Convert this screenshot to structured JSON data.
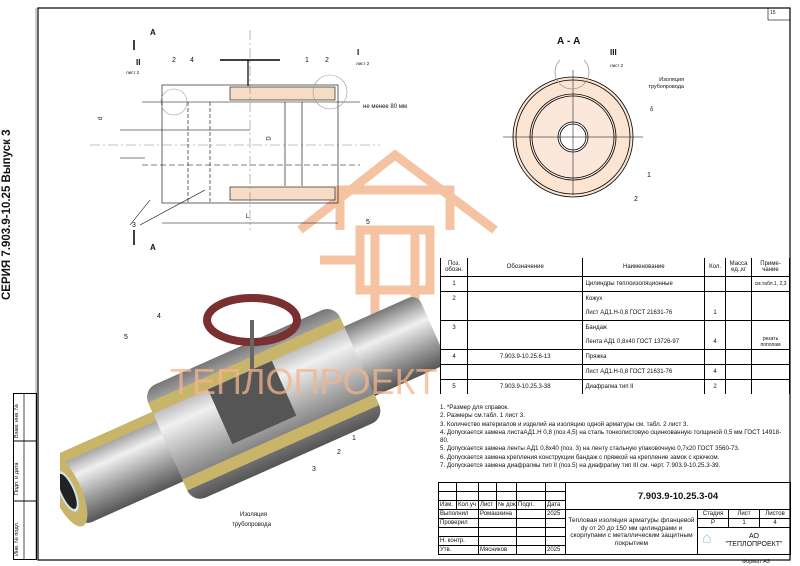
{
  "sheet_corner": "15",
  "series_label": "СЕРИЯ 7.903.9-10.25 Выпуск 3",
  "side_stamp": [
    "Взам. инв. №",
    "Подп. и дата",
    "Инв. № подл."
  ],
  "drawing_main": {
    "section_mark": "А",
    "callouts": [
      "1",
      "2",
      "4",
      "2",
      "3",
      "5"
    ],
    "detail_I": "I",
    "detail_I_sheet": "лист 2",
    "detail_II": "II",
    "detail_II_sheet": "лист 2",
    "dim_min": "не менее 80 мм",
    "dim_d": "d",
    "dim_D": "D",
    "dim_L": "L"
  },
  "section_aa": {
    "title": "А - А",
    "detail_III": "III",
    "detail_III_sheet": "лист 2",
    "pipe_insulation": "Изоляция трубопровода",
    "delta": "δ",
    "callouts": [
      "1",
      "2"
    ]
  },
  "render": {
    "callouts": [
      "4",
      "5",
      "1",
      "2",
      "3"
    ],
    "pipe_insulation_line1": "Изоляция",
    "pipe_insulation_line2": "трубопровода",
    "watermark": "ТЕПЛОПРОЕКТ"
  },
  "spec_table": {
    "headers": [
      "Поз. обозн.",
      "Обозначение",
      "Наименование",
      "Кол.",
      "Масса ед.,кг",
      "Приме-чание"
    ],
    "rows": [
      {
        "pos": "1",
        "code": "",
        "name": "Цилиндры теплоизоляционные",
        "qty": "",
        "mass": "",
        "note": "см.табл.1, 2,3"
      },
      {
        "pos": "2",
        "code": "",
        "name": "Кожух",
        "qty": "",
        "mass": "",
        "note": ""
      },
      {
        "pos": "",
        "code": "",
        "name": "Лист АД1.Н-0,8 ГОСТ 21631-76",
        "qty": "1",
        "mass": "",
        "note": ""
      },
      {
        "pos": "3",
        "code": "",
        "name": "Бандаж",
        "qty": "",
        "mass": "",
        "note": ""
      },
      {
        "pos": "",
        "code": "",
        "name": "Лента АД1 0,8х40 ГОСТ 13726-97",
        "qty": "4",
        "mass": "",
        "note": "резать пополам"
      },
      {
        "pos": "4",
        "code": "7.903.9-10.25.6-13",
        "name": "Пряжка",
        "qty": "",
        "mass": "",
        "note": ""
      },
      {
        "pos": "",
        "code": "",
        "name": "Лист АД1.Н-0,8  ГОСТ 21631-76",
        "qty": "4",
        "mass": "",
        "note": ""
      },
      {
        "pos": "5",
        "code": "7.903.9-10.25.3-38",
        "name": "Диафрагма тип II",
        "qty": "2",
        "mass": "",
        "note": ""
      }
    ]
  },
  "notes": [
    "1. *Размер для справок.",
    "2. Размеры см.табл. 1 лист 3.",
    "3. Количество материалов и изделий на изоляцию одной арматуры см. табл. 2 лист 3.",
    "4. Допускается замена листаАД1.Н 0,8 (поз.4,5) на сталь тонколистовую  оцинкованную толщиной 0,5 мм ГОСТ 14918-80.",
    "5. Допускается замена ленты АД1 0,8х40 (поз. 3) на ленту стальную упаковочную 0,7х20 ГОСТ 3560-73.",
    "6. Допускается замена крепления конструкции бандаж с пряжкой на крепление замок с крючком.",
    "7. Допускается замена диафрагмы тип II (поз.5) на диафрагму тип III см. черт. 7.903.9-10.25.3-39."
  ],
  "title_block": {
    "doc_code": "7.903.9-10.25.3-04",
    "col_headers": [
      "Изм.",
      "Кол.уч",
      "Лист",
      "№ док",
      "Подп.",
      "Дата"
    ],
    "rows": [
      {
        "role": "Выполнил",
        "name": "Ромашкина",
        "date": "2025"
      },
      {
        "role": "Проверил",
        "name": "",
        "date": ""
      },
      {
        "role": "",
        "name": "",
        "date": ""
      },
      {
        "role": "Н. контр.",
        "name": "",
        "date": ""
      },
      {
        "role": "Утв.",
        "name": "Мясников",
        "date": "2025"
      }
    ],
    "title": "Тепловая изоляция арматуры фланцевой dy от 20 до 150 мм цилиндрами и скорлупами с металлическим защитным покрытием",
    "stage_label": "Стадия",
    "sheet_label": "Лист",
    "sheets_label": "Листов",
    "stage": "Р",
    "sheet": "1",
    "sheets": "4",
    "org_line1": "АО",
    "org_line2": "\"ТЕПЛОПРОЕКТ\"",
    "format": "Формат А3"
  },
  "colors": {
    "watermark": "#f3b58c",
    "foam": "#f5cfae",
    "insulation": "#c9b56a",
    "wheel": "#7a3030"
  }
}
